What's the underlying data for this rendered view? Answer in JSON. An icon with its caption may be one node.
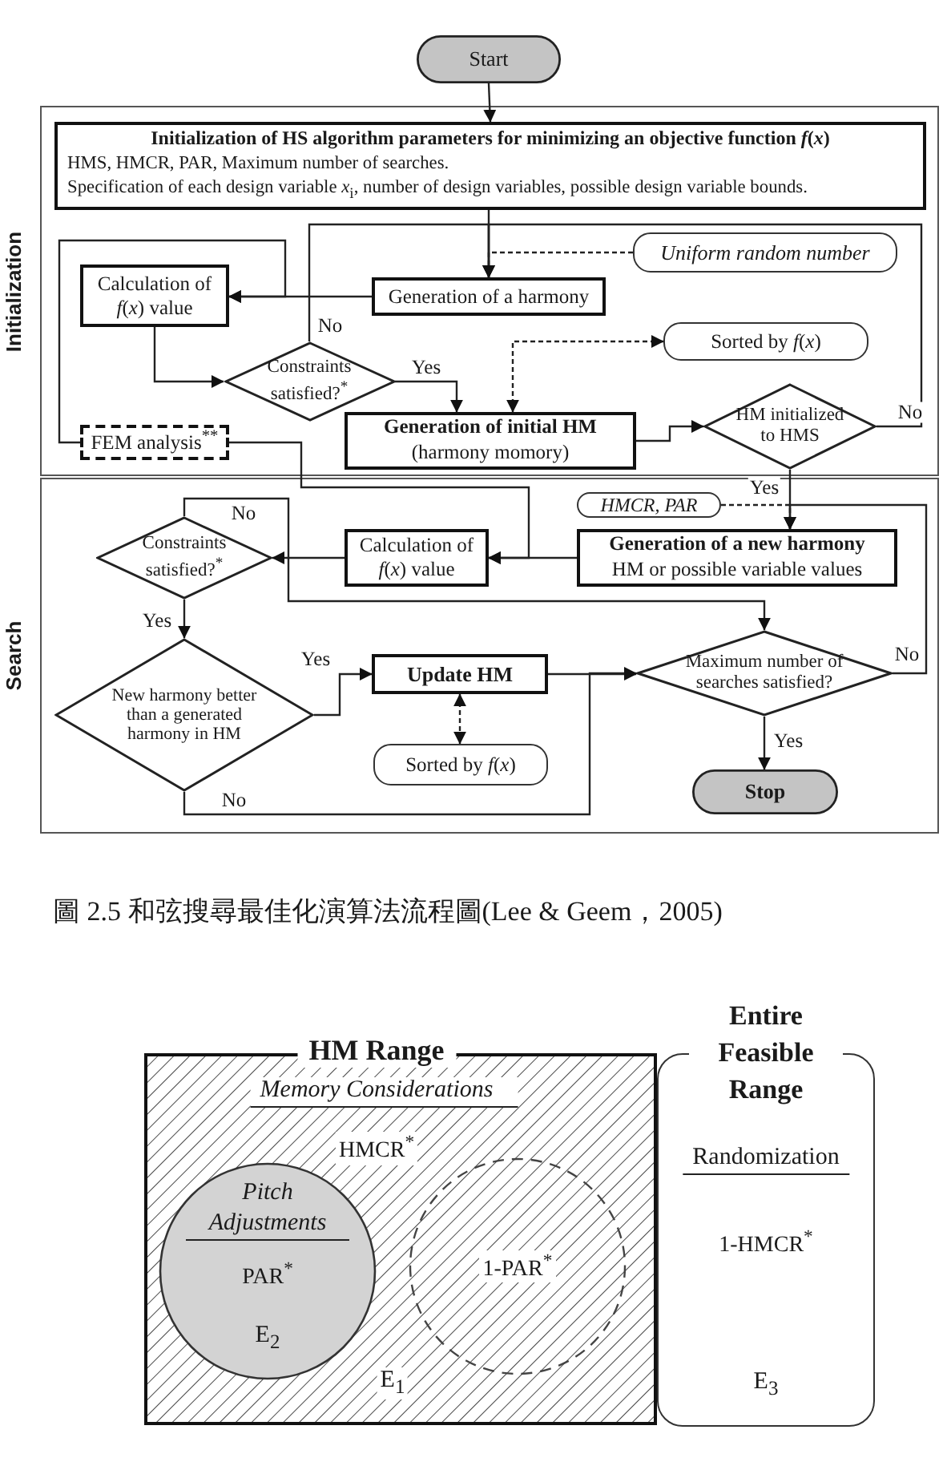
{
  "diagram": {
    "caption": "圖 2.5 和弦搜尋最佳化演算法流程圖(Lee & Geem，2005)",
    "nodes": [
      {
        "text": [
          "Start"
        ]
      },
      {
        "text": [
          "Initialization"
        ]
      },
      {
        "text": [
          "Search"
        ]
      },
      {
        "text": [
          "Initialization of HS algorithm parameters for minimizing an objective function *f*(*x*)",
          "HMS, HMCR, PAR, Maximum number of searches.",
          "Specification of each design variable *x*$_{i}$, number of design variables, possible design variable bounds."
        ],
        "in": 1
      },
      {
        "text": [
          "Uniform random number"
        ],
        "in": 1
      },
      {
        "text": [
          "Generation of a harmony"
        ],
        "in": 1
      },
      {
        "text": [
          "Calculation of *f*(*x*) value"
        ],
        "in": 1
      },
      {
        "text": [
          "Constraints satisfied?$^{*}$"
        ],
        "in": 1
      },
      {
        "text": [
          "Sorted by *f*(*x*)"
        ],
        "in": 1
      },
      {
        "text": [
          "Generation of initial HM",
          "(harmony momory)"
        ],
        "in": 1
      },
      {
        "text": [
          "HM initialized to HMS"
        ],
        "in": 1
      },
      {
        "text": [
          "FEM analysis$^{**}$"
        ],
        "in": 1
      },
      {
        "text": [
          "HMCR, PAR"
        ],
        "in": 2
      },
      {
        "text": [
          "Generation of a new harmony",
          "HM or possible variable values"
        ],
        "in": 2
      },
      {
        "text": [
          "Calculation of *f*(*x*) value"
        ],
        "in": 2
      },
      {
        "text": [
          "Constraints satisfied?$^{*}$"
        ],
        "in": 2
      },
      {
        "text": [
          "New harmony better than a generated harmony in HM"
        ],
        "in": 2
      },
      {
        "text": [
          "Update HM"
        ],
        "in": 2
      },
      {
        "text": [
          "Sorted by *f*(*x*)"
        ],
        "in": 2
      },
      {
        "text": [
          "Maximum number of searches satisfied?"
        ],
        "in": 2
      },
      {
        "text": [
          "Stop"
        ],
        "in": 2
      },
      {
        "text": [
          "HM Range",
          "Memory Considerations",
          "HMCR$^{*}$",
          "E$_{1}$"
        ]
      },
      {
        "text": [
          "Pitch Adjustments",
          "PAR$^{*}$",
          "E$_{2}$"
        ],
        "in": 21
      },
      {
        "text": [
          "1-PAR$^{*}$"
        ],
        "in": 21
      },
      {
        "text": [
          "Entire Feasible Range",
          "Randomization",
          "1-HMCR$^{*}$",
          "E$_{3}$"
        ]
      }
    ],
    "edges": [
      {
        "from": 0,
        "to": 3,
        "arrow": "to"
      },
      {
        "from": 3,
        "to": 5,
        "arrow": "to"
      },
      {
        "from": 4,
        "to": 5,
        "arrow": "to",
        "style": "dashed"
      },
      {
        "from": 5,
        "to": 6,
        "arrow": "to"
      },
      {
        "from": 6,
        "to": 7,
        "arrow": "to"
      },
      {
        "from": 7,
        "to": 5,
        "arrow": "to",
        "label": "No"
      },
      {
        "from": 7,
        "to": 9,
        "arrow": "to",
        "label": "Yes"
      },
      {
        "from": 9,
        "to": 8,
        "arrow": "both",
        "style": "dashed"
      },
      {
        "from": 9,
        "to": 10,
        "arrow": "to"
      },
      {
        "from": 10,
        "to": 5,
        "arrow": "to",
        "label": "No"
      },
      {
        "from": 10,
        "to": 13,
        "arrow": "to",
        "label": "Yes"
      },
      {
        "from": 12,
        "to": 13,
        "arrow": "to",
        "style": "dashed"
      },
      {
        "from": 11,
        "to": 6,
        "arrow": "to"
      },
      {
        "from": 11,
        "to": 14,
        "arrow": "to"
      },
      {
        "from": 13,
        "to": 14,
        "arrow": "to"
      },
      {
        "from": 14,
        "to": 15,
        "arrow": "to"
      },
      {
        "from": 15,
        "to": 19,
        "arrow": "to",
        "label": "No"
      },
      {
        "from": 15,
        "to": 16,
        "arrow": "to",
        "label": "Yes"
      },
      {
        "from": 16,
        "to": 17,
        "arrow": "to",
        "label": "Yes"
      },
      {
        "from": 16,
        "to": 19,
        "arrow": "to",
        "label": "No"
      },
      {
        "from": 17,
        "to": 19,
        "arrow": "to"
      },
      {
        "from": 17,
        "to": 18,
        "arrow": "both",
        "style": "dashed"
      },
      {
        "from": 19,
        "to": 13,
        "arrow": "to",
        "label": "No"
      },
      {
        "from": 19,
        "to": 20,
        "arrow": "to",
        "label": "Yes"
      }
    ]
  }
}
